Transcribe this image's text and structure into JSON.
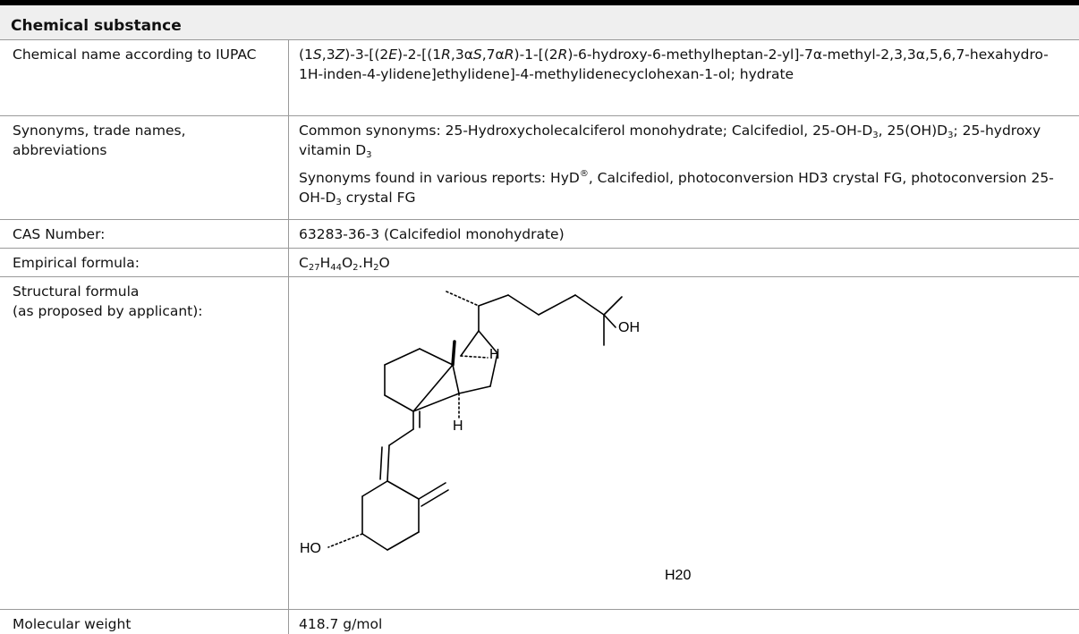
{
  "header": {
    "title": "Chemical substance"
  },
  "rows": {
    "iupac": {
      "label": "Chemical name according to IUPAC",
      "t1": "(1",
      "t1i": "S",
      "t2": ",3",
      "t2i": "Z",
      "t3": ")-3-[(2",
      "t3i": "E",
      "t4": ")-2-[(1",
      "t4i": "R",
      "t5": ",3",
      "t5a": "α",
      "t5i": "S",
      "t6": ",7",
      "t6a": "α",
      "t6i": "R",
      "t7": ")-1-[(2",
      "t7i": "R",
      "t8": ")-6-hydroxy-6-methylheptan-2-yl]-7",
      "t8a": "α",
      "t9": "-methyl-2,3,3",
      "t9a": "α",
      "t10": ",5,6,7-hexahydro-1H-inden-4-ylidene]ethylidene]-4-methylidenecyclohexan-1-ol; hydrate"
    },
    "synonyms": {
      "label": "Synonyms, trade names, abbreviations",
      "common_a": "Common synonyms: 25-Hydroxycholecalciferol monohydrate; Calcifediol, 25-OH-D",
      "common_sub1": "3",
      "common_b": ", 25(OH)D",
      "common_sub2": "3",
      "common_c": "; 25-hydroxy vitamin D",
      "common_sub3": "3",
      "reports_a": "Synonyms found in various reports: HyD",
      "reports_sup": "®",
      "reports_b": ", Calcifediol, photoconversion HD3 crystal FG, photoconversion 25-OH-D",
      "reports_sub": "3",
      "reports_c": " crystal FG"
    },
    "cas": {
      "label": "CAS Number:",
      "value": "63283-36-3 (Calcifediol monohydrate)"
    },
    "formula": {
      "label": "Empirical formula:",
      "f1": "C",
      "s1": "27",
      "f2": "H",
      "s2": "44",
      "f3": "O",
      "s3": "2",
      "f4": ".H",
      "s4": "2",
      "f5": "O"
    },
    "structure": {
      "label_line1": "Structural formula",
      "label_line2": "(as proposed by applicant):",
      "atom_oh": "OH",
      "atom_h1": "H",
      "atom_h2": "H",
      "atom_ho": "HO",
      "water_label": "H20"
    },
    "mw": {
      "label": "Molecular weight",
      "value": "418.7 g/mol"
    }
  }
}
